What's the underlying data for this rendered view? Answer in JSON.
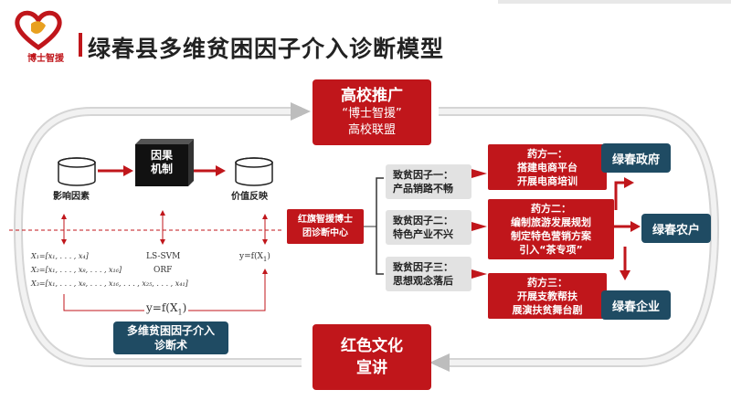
{
  "slide": {
    "title": "绿春县多维贫困因子介入诊断模型",
    "logo_text": "博士智援"
  },
  "top_box": {
    "title": "高校推广",
    "line1": "“博士智援”",
    "line2": "高校联盟"
  },
  "bottom_box": {
    "title": "红色文化",
    "line2": "宣讲"
  },
  "left_panel": {
    "input_label": "影响因素",
    "mechanism_line1": "因果",
    "mechanism_line2": "机制",
    "output_label": "价值反映",
    "method1": "LS-SVM",
    "method2": "ORF",
    "y_small": "y=f(X",
    "y_small_sub": "1",
    "y_big": "y=f(X",
    "y_big_sub": "1",
    "formula1": "X₁=[x₁, . . . , x₄]",
    "formula2": "X₂=[x₁, . . . , x₈, . . . , x₁₆]",
    "formula3": "X₃=[x₁, . . . , x₈, . . . , x₁₆, . . . , x₂₅, . . . , x₄₁]",
    "caption_line1": "多维贫困因子介入",
    "caption_line2": "诊断术"
  },
  "center": {
    "line1": "红旗智援博士",
    "line2": "团诊断中心"
  },
  "factors": [
    {
      "line1": "致贫因子一：",
      "line2": "产品销路不畅"
    },
    {
      "line1": "致贫因子二：",
      "line2": "特色产业不兴"
    },
    {
      "line1": "致贫因子三：",
      "line2": "思想观念落后"
    }
  ],
  "remedies": [
    {
      "line1": "药方一：",
      "line2": "搭建电商平台",
      "line3": "开展电商培训"
    },
    {
      "line1": "药方二：",
      "line2": "编制旅游发展规划",
      "line3": "制定特色营销方案",
      "line4": "引入“茶专项”"
    },
    {
      "line1": "药方三：",
      "line2": "开展支教帮扶",
      "line3": "展演扶贫舞台剧"
    }
  ],
  "outcomes": [
    "绿春政府",
    "绿春农户",
    "绿春企业"
  ],
  "colors": {
    "red": "#c0161b",
    "navy": "#1f4b63",
    "gray": "#e2e2e2"
  }
}
